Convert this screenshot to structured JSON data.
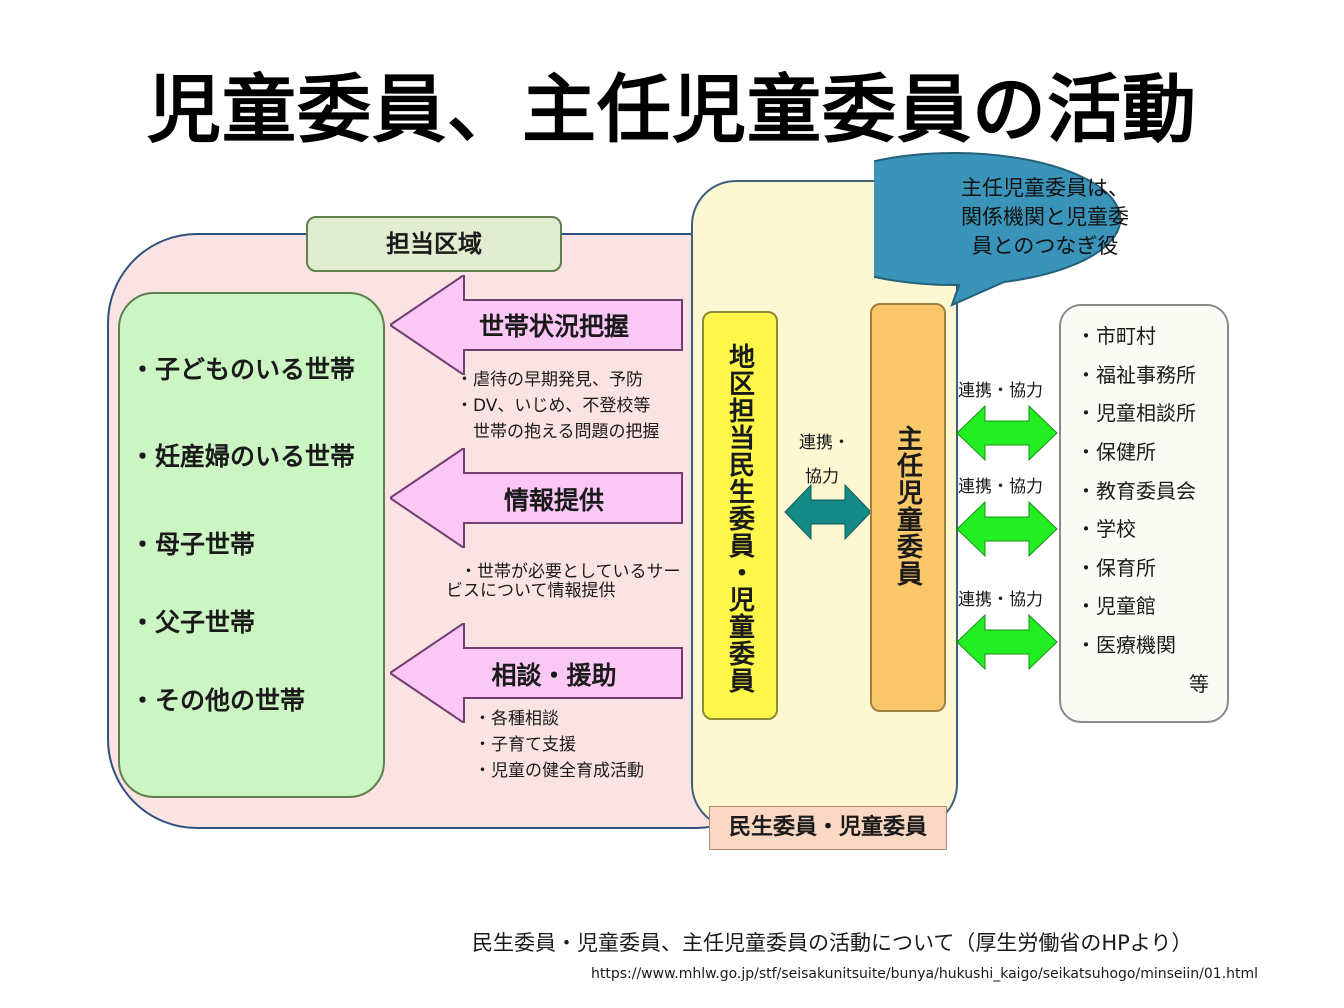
{
  "title": "児童委員、主任児童委員の活動",
  "area_label": "担当区域",
  "households": [
    "・子どものいる世帯",
    "・妊産婦のいる世帯",
    "・母子世帯",
    "・父子世帯",
    "・その他の世帯"
  ],
  "arrows": [
    {
      "label": "世帯状況把握",
      "notes": [
        "・虐待の早期発見、予防",
        "・DV、いじめ、不登校等",
        "　世帯の抱える問題の把握"
      ]
    },
    {
      "label": "情報提供",
      "notes": [
        "・世帯が必要としているサー",
        "ビスについて情報提供"
      ]
    },
    {
      "label": "相談・援助",
      "notes": [
        "・各種相談",
        "・子育て支援",
        "・児童の健全育成活動"
      ]
    }
  ],
  "pillar_left": "地区担当民生委員・児童委員",
  "pillar_right": "主任児童委員",
  "middle_link": [
    "連携・",
    "協力"
  ],
  "right_link": "連携・協力",
  "committee_label": "民生委員・児童委員",
  "bubble": [
    "主任児童委員は、",
    "関係機関と児童委",
    "員とのつなぎ役"
  ],
  "organizations": [
    "・市町村",
    "・福祉事務所",
    "・児童相談所",
    "・保健所",
    "・教育委員会",
    "・学校",
    "・保育所",
    "・児童館",
    "・医療機関"
  ],
  "organizations_suffix": "等",
  "source": "民生委員・児童委員、主任児童委員の活動について（厚生労働省のHPより）",
  "url": "https://www.mhlw.go.jp/stf/seisakunitsuite/bunya/hukushi_kaigo/seikatsuhogo/minseiin/01.html",
  "colors": {
    "area": "#fce3e3",
    "household": "#ccf5c4",
    "arrow": "#fbc8f5",
    "pillar_left": "#fdf74a",
    "pillar_right": "#fbc76b",
    "bubble": "#3a93b8",
    "teal_arrow": "#138a88",
    "green_arrow": "#22ee22"
  }
}
